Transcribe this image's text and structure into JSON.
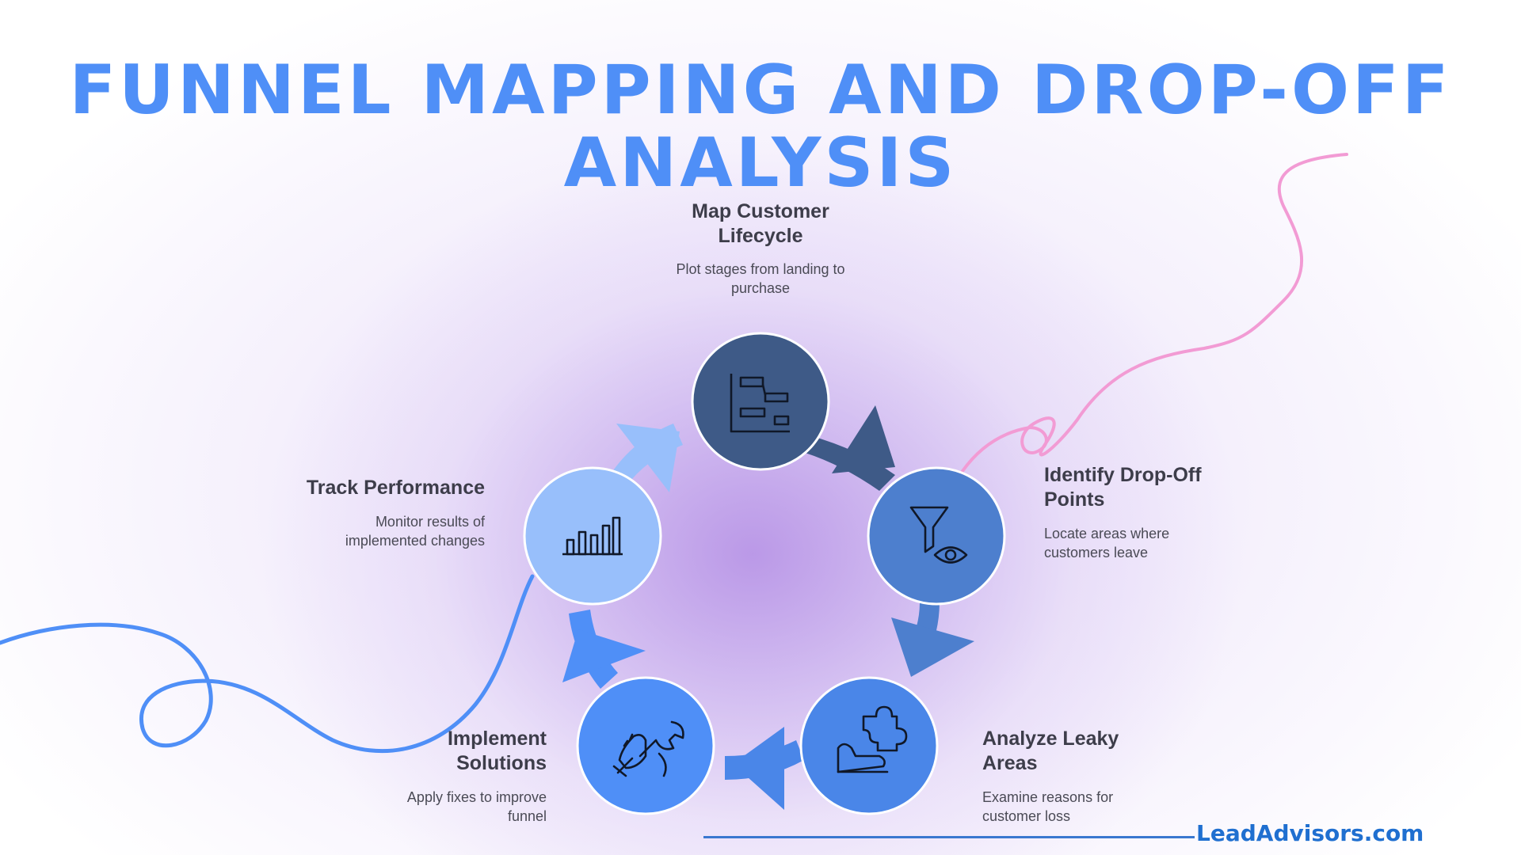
{
  "title": {
    "line1": "FUNNEL MAPPING AND DROP-OFF",
    "line2": "ANALYSIS"
  },
  "steps": [
    {
      "title": "Map Customer Lifecycle",
      "description": "Plot stages from landing to purchase",
      "icon": "gantt-chart-icon",
      "color": "#3e5a87"
    },
    {
      "title": "Identify Drop-Off Points",
      "description": "Locate areas where customers leave",
      "icon": "funnel-eye-icon",
      "color": "#4d7fce"
    },
    {
      "title": "Analyze Leaky Areas",
      "description": "Examine reasons for customer loss",
      "icon": "puzzle-hand-icon",
      "color": "#4a86e8"
    },
    {
      "title": "Implement Solutions",
      "description": "Apply fixes to improve funnel",
      "icon": "hand-wrench-icon",
      "color": "#4f8ff7"
    },
    {
      "title": "Track Performance",
      "description": "Monitor results of implemented changes",
      "icon": "bar-chart-icon",
      "color": "#98bffb"
    }
  ],
  "brand": {
    "text": "LeadAdvisors.com",
    "color": "#1f6fd0"
  },
  "colors": {
    "title": "#4f8ff7",
    "pink_squiggle": "#f29bd4",
    "blue_squiggle": "#4f8ff7"
  }
}
